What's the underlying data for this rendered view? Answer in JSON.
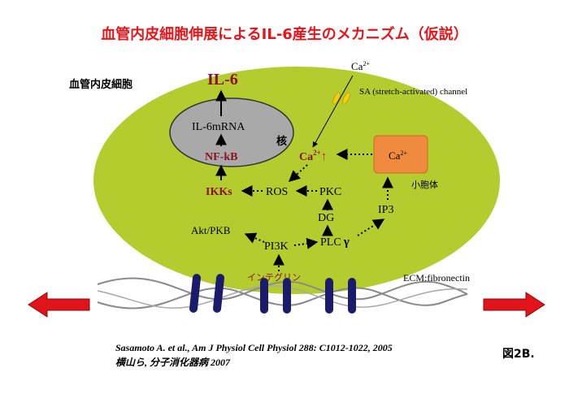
{
  "title": "血管内皮細胞伸展によるIL-6産生のメカニズム（仮説）",
  "cell_label": "血管内皮細胞",
  "nucleus_label": "核",
  "il6": "IL-6",
  "il6_mrna": "IL-6mRNA",
  "nfkb": "NF-kB",
  "ikks": "IKKs",
  "ros": "ROS",
  "pkc": "PKC",
  "dg": "DG",
  "plc": "PLC",
  "plc_gamma": "γ",
  "ip3": "IP3",
  "pi3k": "PI3K",
  "akt": "Akt/PKB",
  "integrin": "インテグリン",
  "ecm": "ECM;fibronectin",
  "ca_top": "Ca",
  "ca_top_sup": "2+",
  "sa_channel": "SA (stretch-activated) channel",
  "ca_cyto": "Ca",
  "ca_cyto_sup": "2+",
  "ca_cyto_arrow": "↑",
  "er_ca": "Ca",
  "er_ca_sup": "2+",
  "er_label": "小胞体",
  "citation_line1": "Sasamoto A. et al., Am J Physiol Cell Physiol 288: C1012-1022, 2005",
  "citation_line2": "横山ら, 分子消化器病 2007",
  "figure_label": "図2B.",
  "colors": {
    "title_red": "#e8141a",
    "cell_fill": "#b5cc2e",
    "nucleus_fill": "#a9a9a9",
    "er_fill": "#f08a3e",
    "dark_red": "#8b1020",
    "integrin_navy": "#1b1b6b",
    "arrow_red": "#e0141a"
  }
}
